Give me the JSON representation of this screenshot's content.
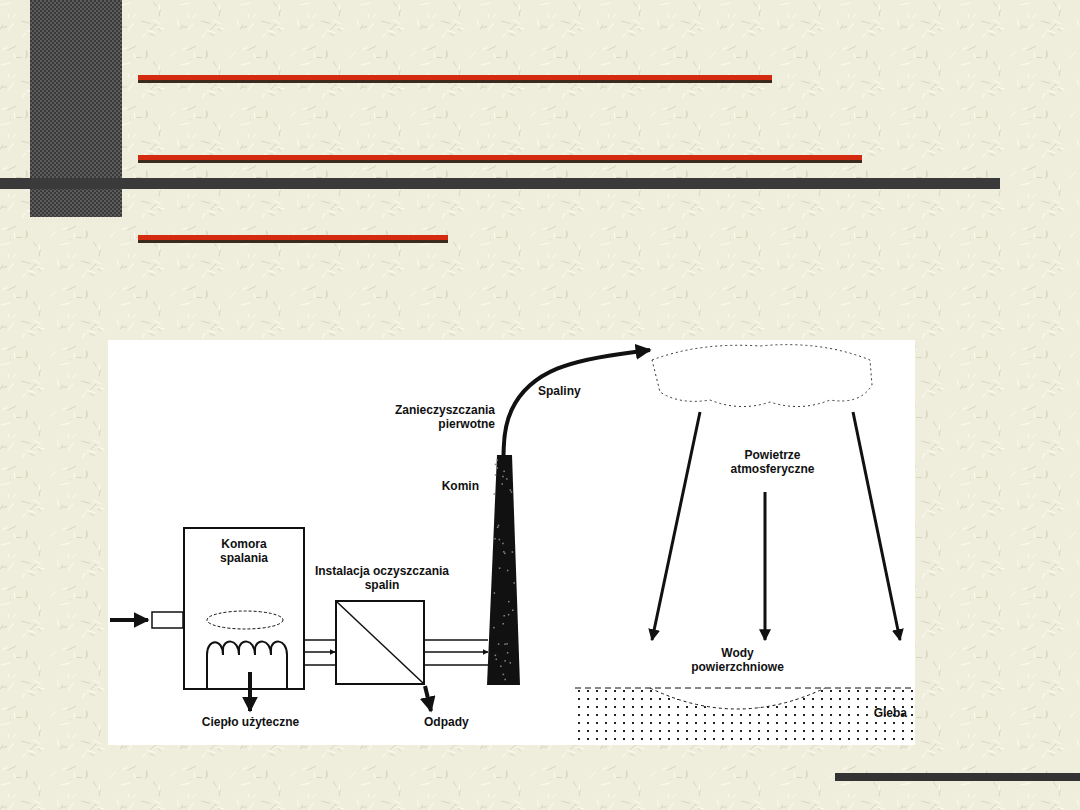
{
  "diagram": {
    "nodes": [
      {
        "text": [
          "Komora spalania"
        ]
      },
      {
        "text": [
          "Instalacja oczyszczania spalin"
        ]
      },
      {
        "text": [
          "Komin"
        ]
      },
      {
        "text": [
          "Powietrze atmosferyczne"
        ]
      },
      {
        "text": [
          "Wody powierzchniowe"
        ]
      },
      {
        "text": [
          "Gleba"
        ]
      }
    ],
    "edges": [
      {
        "from": 0,
        "to": 1,
        "arrow": "to"
      },
      {
        "from": 1,
        "to": 2,
        "arrow": "to"
      },
      {
        "from": 2,
        "to": 3,
        "label": "Spaliny",
        "arrow": "to"
      },
      {
        "from": 3,
        "to": 4,
        "arrow": "to"
      },
      {
        "from": 3,
        "to": 4,
        "arrow": "to"
      },
      {
        "from": 3,
        "to": 5,
        "arrow": "to"
      }
    ],
    "labels": [
      "Zanieczyszczania pierwotne",
      "Ciepło użyteczne",
      "Odpady"
    ]
  }
}
